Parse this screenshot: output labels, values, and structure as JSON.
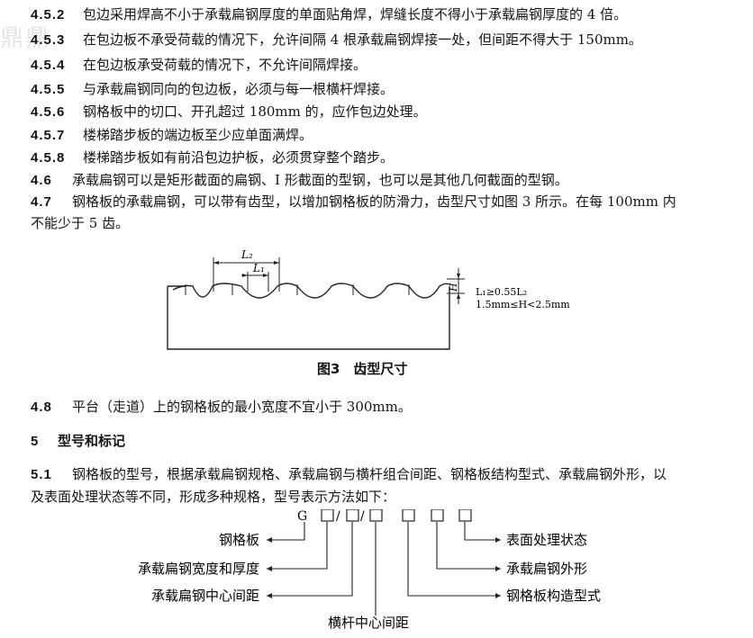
{
  "watermark": "鼎鼎",
  "clauses": [
    {
      "num": "4.5.2",
      "text": "包边采用焊高不小于承载扁钢厚度的单面贴角焊，焊缝长度不得小于承载扁钢厚度的 4 倍。"
    },
    {
      "num": "4.5.3",
      "text": "在包边板不承受荷载的情况下，允许间隔 4 根承载扁钢焊接一处，但间距不得大于 150mm。"
    },
    {
      "num": "4.5.4",
      "text": "在包边板承受荷载的情况下，不允许间隔焊接。"
    },
    {
      "num": "4.5.5",
      "text": "与承载扁钢同向的包边板，必须与每一根横杆焊接。"
    },
    {
      "num": "4.5.6",
      "text": "钢格板中的切口、开孔超过 180mm 的，应作包边处理。"
    },
    {
      "num": "4.5.7",
      "text": "楼梯踏步板的端边板至少应单面满焊。"
    },
    {
      "num": "4.5.8",
      "text": "楼梯踏步板如有前沿包边护板，必须贯穿整个踏步。"
    },
    {
      "num": "4.6",
      "text": "承载扁钢可以是矩形截面的扁钢、I 形截面的型钢，也可以是其他几何截面的型钢。"
    },
    {
      "num": "4.7",
      "text": "钢格板的承载扁钢，可以带有齿型，以增加钢格板的防滑力，齿型尺寸如图 3 所示。在每 100mm 内"
    }
  ],
  "clause_4_7_cont": "不能少于 5 齿。",
  "figure3": {
    "label_L2": "L₂",
    "label_L1": "L₁",
    "label_H": "H",
    "formula1": "L₁≥0.55L₂",
    "formula2": "1.5mm≤H<2.5mm",
    "caption": "图3　齿型尺寸"
  },
  "clause_4_8": {
    "num": "4.8",
    "text": "平台（走道）上的钢格板的最小宽度不宜小于 300mm。"
  },
  "section_5": {
    "num": "5",
    "title": "型号和标记"
  },
  "clause_5_1": {
    "num": "5.1",
    "text": "钢格板的型号，根据承载扁钢规格、承载扁钢与横杆组合间距、钢格板结构型式、承载扁钢外形，以",
    "cont": "及表面处理状态等不同，形成多种规格，型号表示方法如下："
  },
  "model_diagram": {
    "prefix": "G",
    "slash": "/",
    "left_labels": [
      "钢格板",
      "承载扁钢宽度和厚度",
      "承载扁钢中心间距"
    ],
    "bottom_label": "横杆中心间距",
    "right_labels": [
      "表面处理状态",
      "承载扁钢外形",
      "钢格板构造型式"
    ]
  }
}
